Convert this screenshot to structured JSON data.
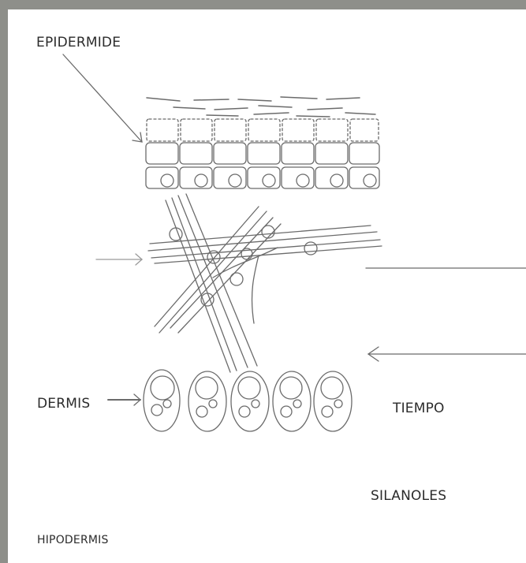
{
  "labels": {
    "epidermis": "EPIDERMIDE",
    "dermis": "DERMIS",
    "time": "TIEMPO",
    "silanols": "SILANOLES",
    "hypodermis": "HIPODERMIS"
  },
  "colors": {
    "frame": "#8e8f8a",
    "background": "#ffffff",
    "stroke": "#6b6b6b",
    "text": "#2b2b2b"
  }
}
